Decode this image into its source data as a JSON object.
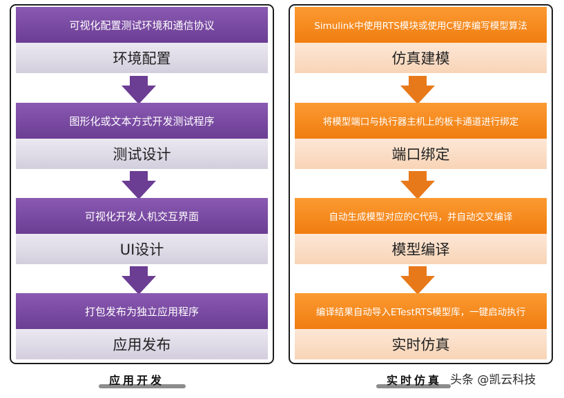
{
  "colors": {
    "dev_primary": "#6b3d93",
    "dev_light": "#ddd8e6",
    "sim_primary": "#f07d10",
    "sim_light": "#fbdcc3"
  },
  "development": {
    "caption": "应用开发",
    "steps": [
      {
        "description": "可视化配置测试环境和通信协议",
        "title": "环境配置"
      },
      {
        "description": "图形化或文本方式开发测试程序",
        "title": "测试设计"
      },
      {
        "description": "可视化开发人机交互界面",
        "title": "UI设计"
      },
      {
        "description": "打包发布为独立应用程序",
        "title": "应用发布"
      }
    ]
  },
  "simulation": {
    "caption": "实时仿真",
    "steps": [
      {
        "description": "Simulink中使用RTS模块或使用C程序编写模型算法",
        "title": "仿真建模"
      },
      {
        "description": "将模型端口与执行器主机上的板卡通道进行绑定",
        "title": "端口绑定"
      },
      {
        "description": "自动生成模型对应的C代码，并自动交叉编译",
        "title": "模型编译"
      },
      {
        "description": "编译结果自动导入ETestRTS模型库，一键启动执行",
        "title": "实时仿真"
      }
    ]
  },
  "watermark": "头条 @凯云科技"
}
